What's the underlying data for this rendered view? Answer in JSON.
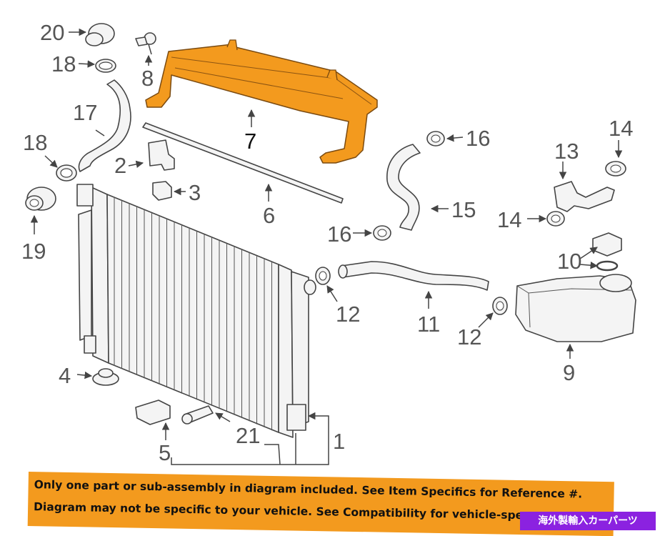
{
  "callouts": {
    "n1": "1",
    "n2": "2",
    "n3": "3",
    "n4": "4",
    "n5": "5",
    "n6": "6",
    "n7": "7",
    "n8": "8",
    "n9": "9",
    "n10": "10",
    "n11": "11",
    "n12a": "12",
    "n12b": "12",
    "n13": "13",
    "n14a": "14",
    "n14b": "14",
    "n15": "15",
    "n16a": "16",
    "n16b": "16",
    "n17": "17",
    "n18a": "18",
    "n18b": "18",
    "n19": "19",
    "n20": "20",
    "n21": "21"
  },
  "highlight_color": "#f39a1e",
  "banner": {
    "line1": "Only one part or sub-assembly in diagram included. See Item Specifics for Reference #.",
    "line2": "Diagram may not be specific to your vehicle. See Compatibility for vehicle-spec",
    "background": "#f39a1e"
  },
  "badge": {
    "text": "海外製輸入カーパーツ",
    "background": "#8b22e0"
  }
}
